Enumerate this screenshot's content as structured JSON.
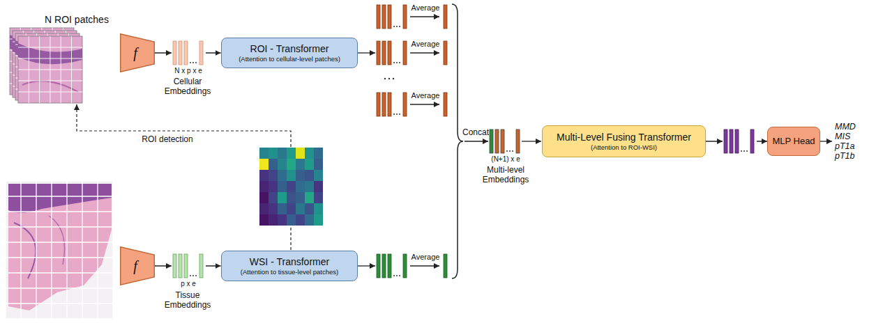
{
  "diagram": {
    "nodes": [
      {
        "text": [
          "f"
        ]
      },
      {
        "text": [
          "ROI - Transformer",
          "(Attention to cellular-level patches)"
        ]
      },
      {
        "text": [
          "Multi-Level Fusing Transformer",
          "(Attention to ROI-WSI)"
        ]
      },
      {
        "text": [
          "MLP Head"
        ]
      },
      {
        "text": [
          "f"
        ]
      },
      {
        "text": [
          "WSI - Transformer",
          "(Attention to tissue-level patches)"
        ]
      }
    ],
    "edges": [
      {
        "from": 0,
        "to": 1,
        "arrow": "to"
      },
      {
        "from": 2,
        "to": 3,
        "arrow": "to"
      },
      {
        "from": 4,
        "to": 5,
        "arrow": "to"
      }
    ],
    "labels": [
      "N ROI patches",
      "N x p x e",
      "Cellular Embeddings",
      "Average",
      "Average",
      "Average",
      "Concat",
      "(N+1) x e",
      "Multi-level Embeddings",
      "MMD",
      "MIS",
      "pT1a",
      "pT1b",
      "ROI detection",
      "Average",
      "p x e",
      "Tissue Embeddings"
    ]
  }
}
